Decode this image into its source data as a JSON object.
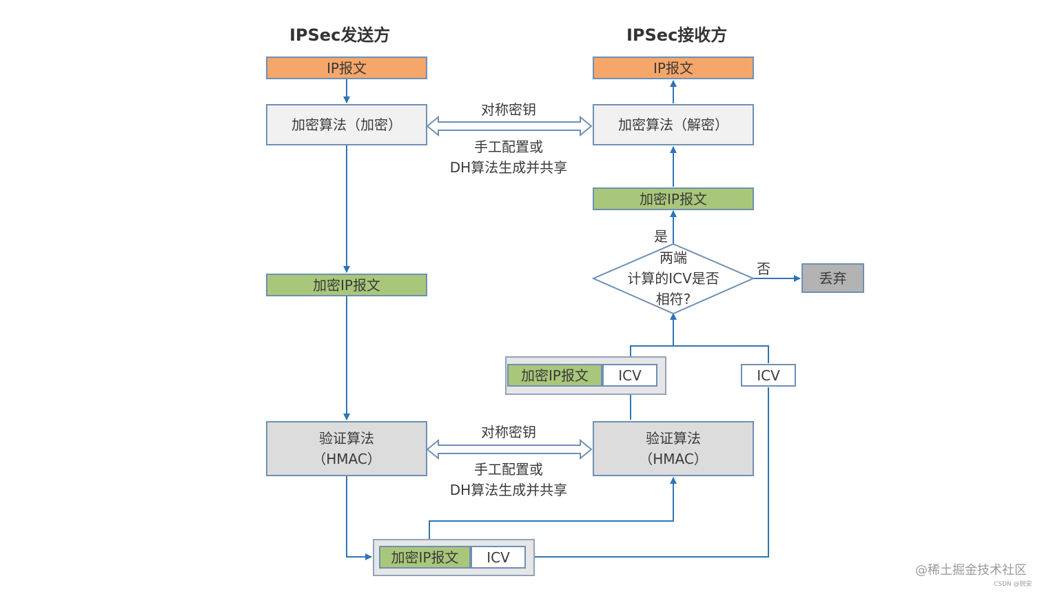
{
  "sender_title": "IPSec发送方",
  "receiver_title": "IPSec接收方",
  "sender": {
    "ip_packet": "IP报文",
    "encrypt_algo": "加密算法（加密）",
    "encrypted_packet": "加密IP报文",
    "auth_algo": "验证算法\n（HMAC）",
    "bottom_packet": "加密IP报文",
    "bottom_icv": "ICV"
  },
  "receiver": {
    "ip_packet": "IP报文",
    "decrypt_algo": "加密算法（解密）",
    "encrypted_packet": "加密IP报文",
    "decision": "两端\n计算的ICV是否\n相符?",
    "yes": "是",
    "no": "否",
    "discard": "丢弃",
    "packet_with_icv": "加密IP报文",
    "computed_icv": "ICV",
    "received_icv": "ICV",
    "auth_algo": "验证算法\n（HMAC）"
  },
  "key_exchange_top": {
    "key": "对称密钥",
    "method": "手工配置或\nDH算法生成并共享"
  },
  "key_exchange_bottom": {
    "key": "对称密钥",
    "method": "手工配置或\nDH算法生成并共享"
  },
  "watermark": {
    "main": "@稀土掘金技术社区",
    "sub": "CSDN @锐安"
  },
  "colors": {
    "line": "#2f74b5",
    "orange": "#f5a66a",
    "green": "#a9c77a",
    "grey": "#dcdcdc"
  }
}
